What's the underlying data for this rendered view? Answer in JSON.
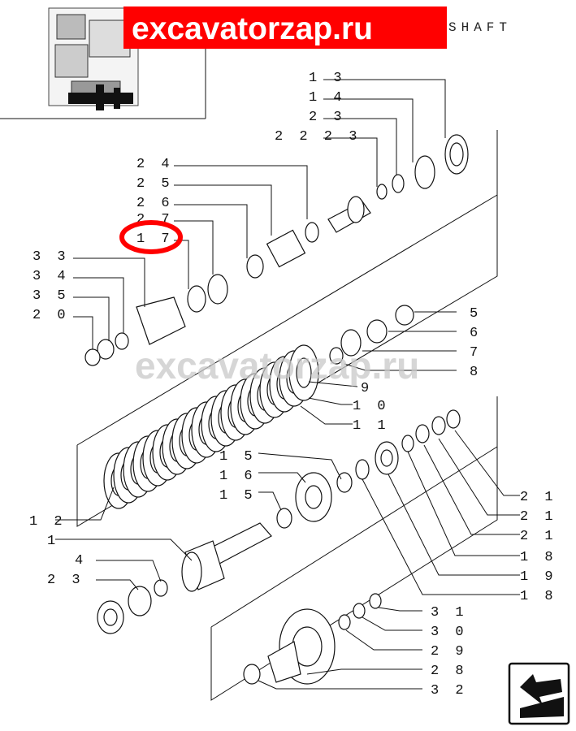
{
  "header": {
    "banner_text": "excavatorzap.ru",
    "banner_color": "#ff0000",
    "title_fragment": "SHAFT"
  },
  "watermark": "excavatorzap.ru",
  "highlight": {
    "label": "17",
    "color": "#ff0000"
  },
  "labels": [
    {
      "id": "13",
      "text": "1 3"
    },
    {
      "id": "14",
      "text": "1 4"
    },
    {
      "id": "23a",
      "text": "2 3"
    },
    {
      "id": "2223",
      "text": "2 2 2 3"
    },
    {
      "id": "24",
      "text": "2 4"
    },
    {
      "id": "25",
      "text": "2 5"
    },
    {
      "id": "26",
      "text": "2 6"
    },
    {
      "id": "27",
      "text": "2 7"
    },
    {
      "id": "17",
      "text": "1 7"
    },
    {
      "id": "33",
      "text": "3 3"
    },
    {
      "id": "34",
      "text": "3 4"
    },
    {
      "id": "35",
      "text": "3 5"
    },
    {
      "id": "20",
      "text": "2 0"
    },
    {
      "id": "5",
      "text": "5"
    },
    {
      "id": "6",
      "text": "6"
    },
    {
      "id": "7",
      "text": "7"
    },
    {
      "id": "8",
      "text": "8"
    },
    {
      "id": "9",
      "text": "9"
    },
    {
      "id": "10",
      "text": "1 0"
    },
    {
      "id": "11",
      "text": "1 1"
    },
    {
      "id": "15a",
      "text": "1 5"
    },
    {
      "id": "16",
      "text": "1 6"
    },
    {
      "id": "15b",
      "text": "1 5"
    },
    {
      "id": "12",
      "text": "1 2"
    },
    {
      "id": "1",
      "text": "1"
    },
    {
      "id": "4",
      "text": "4"
    },
    {
      "id": "23b",
      "text": "2 3"
    },
    {
      "id": "21a",
      "text": "2 1"
    },
    {
      "id": "21b",
      "text": "2 1"
    },
    {
      "id": "21c",
      "text": "2 1"
    },
    {
      "id": "18a",
      "text": "1 8"
    },
    {
      "id": "19",
      "text": "1 9"
    },
    {
      "id": "18b",
      "text": "1 8"
    },
    {
      "id": "31",
      "text": "3 1"
    },
    {
      "id": "30",
      "text": "3 0"
    },
    {
      "id": "29",
      "text": "2 9"
    },
    {
      "id": "28",
      "text": "2 8"
    },
    {
      "id": "32",
      "text": "3 2"
    }
  ],
  "icons": {
    "nav": "next-page-arrow-icon",
    "thumbnail": "transmission-thumbnail"
  }
}
